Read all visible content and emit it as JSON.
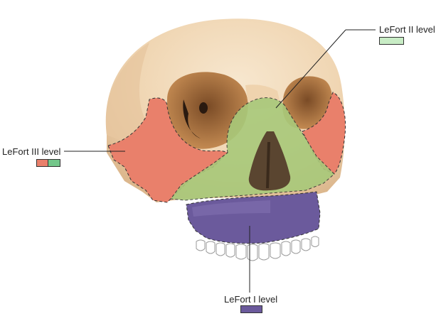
{
  "labels": {
    "lefort_ii": "LeFort II level",
    "lefort_iii": "LeFort III level",
    "lefort_i": "LeFort I level"
  },
  "colors": {
    "lefort_i": "#6b5a9c",
    "lefort_ii": "#c8ecc5",
    "lefort_iii_left": "#e9806b",
    "lefort_iii_right": "#73c78a",
    "bone": "#f2dcbf",
    "bone_shadow": "#d9b48a"
  }
}
